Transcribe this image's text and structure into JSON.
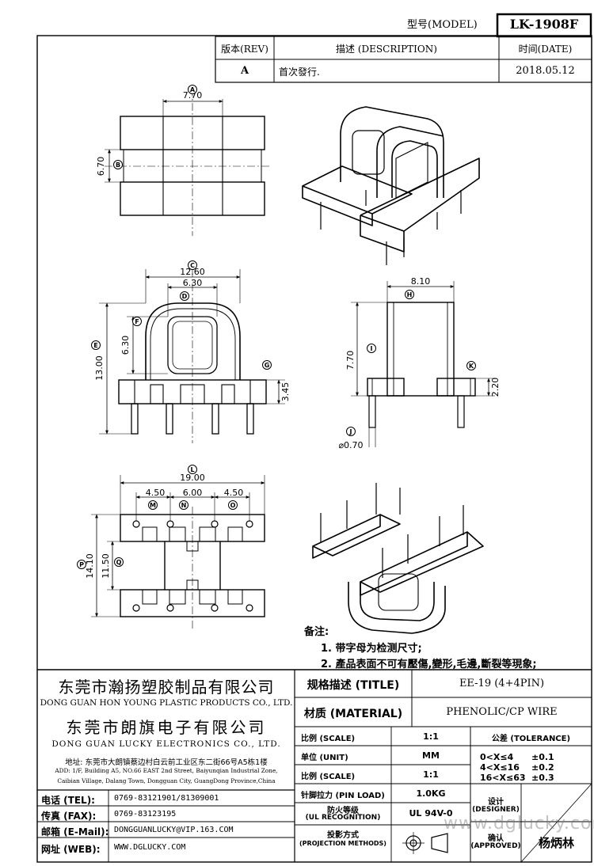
{
  "header": {
    "model_label": "型号(MODEL)",
    "model_value": "LK-1908F",
    "rev_label": "版本(REV)",
    "desc_label": "描述 (DESCRIPTION)",
    "date_label": "时间(DATE)",
    "rev_value": "A",
    "desc_value": "首次發行.",
    "date_value": "2018.05.12"
  },
  "dims": {
    "d_a": "7.70",
    "d_b": "6.70",
    "d_c": "12.60",
    "d_d": "6.30",
    "d_e": "13.00",
    "d_f": "6.30",
    "d_g": "3.45",
    "d_h": "8.10",
    "d_i": "7.70",
    "d_k": "2.20",
    "d_j": "⌀0.70",
    "d_l": "19.00",
    "d_m": "4.50",
    "d_n": "6.00",
    "d_o": "4.50",
    "d_p": "14.10",
    "d_q": "11.50"
  },
  "markers": {
    "a": "A",
    "b": "B",
    "c": "C",
    "d": "D",
    "e": "E",
    "f": "F",
    "g": "G",
    "h": "H",
    "i": "I",
    "j": "J",
    "k": "K",
    "l": "L",
    "m": "M",
    "n": "N",
    "o": "O",
    "p": "P",
    "q": "Q"
  },
  "notes": {
    "title": "备注:",
    "line1": "1. 带字母为检测尺寸;",
    "line2": "2. 產品表面不可有壓傷,變形,毛邊,斷裂等現象;"
  },
  "company": {
    "name1_cn": "东莞市瀚扬塑胶制品有限公司",
    "name1_en": "DONG GUAN HON YOUNG PLASTIC PRODUCTS CO., LTD.",
    "name2_cn": "东莞市朗旗电子有限公司",
    "name2_en": "DONG GUAN LUCKY ELECTRONICS CO., LTD.",
    "addr_cn": "地址: 东莞市大朗镇蔡边村白云前工业区东二街66号A5栋1楼",
    "addr_en1": "ADD: 1/F, Building A5, NO.66 EAST 2nd Street, Baiyunqian Industrial Zone,",
    "addr_en2": "Caibian Village, Dalang Town, Dongguan City, GuangDong Province,China"
  },
  "contact": {
    "tel_label": "电话 (TEL):",
    "tel_value": "0769-83121901/81309001",
    "fax_label": "传真 (FAX):",
    "fax_value": "0769-83123195",
    "mail_label": "邮箱 (E-Mail):",
    "mail_value": "DONGGUANLUCKY@VIP.163.COM",
    "web_label": "网址 (WEB):",
    "web_value": "WWW.DGLUCKY.COM"
  },
  "spec": {
    "title_label": "规格描述 (TITLE)",
    "title_value": "EE-19 (4+4PIN)",
    "material_label": "材质 (MATERIAL)",
    "material_value": "PHENOLIC/CP WIRE",
    "scale_label": "比例 (SCALE)",
    "scale_value": "1:1",
    "unit_label": "单位 (UNIT)",
    "unit_value": "MM",
    "scale2_label": "比例 (SCALE)",
    "scale2_value": "1:1",
    "pinload_label": "针脚拉力 (PIN LOAD)",
    "pinload_value": "1.0KG",
    "ul_label1": "防火等级",
    "ul_label2": "(UL RECOGNITION)",
    "ul_value": "UL 94V-0",
    "proj_label1": "投影方式",
    "proj_label2": "(PROJECTION METHODS)",
    "tolerance_label": "公差 (TOLERANCE)",
    "tol1": "0<X≤4",
    "tol1v": "±0.1",
    "tol2": "4<X≤16",
    "tol2v": "±0.2",
    "tol3": "16<X≤63",
    "tol3v": "±0.3",
    "designer_label1": "设计",
    "designer_label2": "(DESIGNER)",
    "approved_label1": "确认",
    "approved_label2": "(APPROVED)",
    "approved_value": "杨炳林"
  },
  "watermark": "www.dglucky.com"
}
